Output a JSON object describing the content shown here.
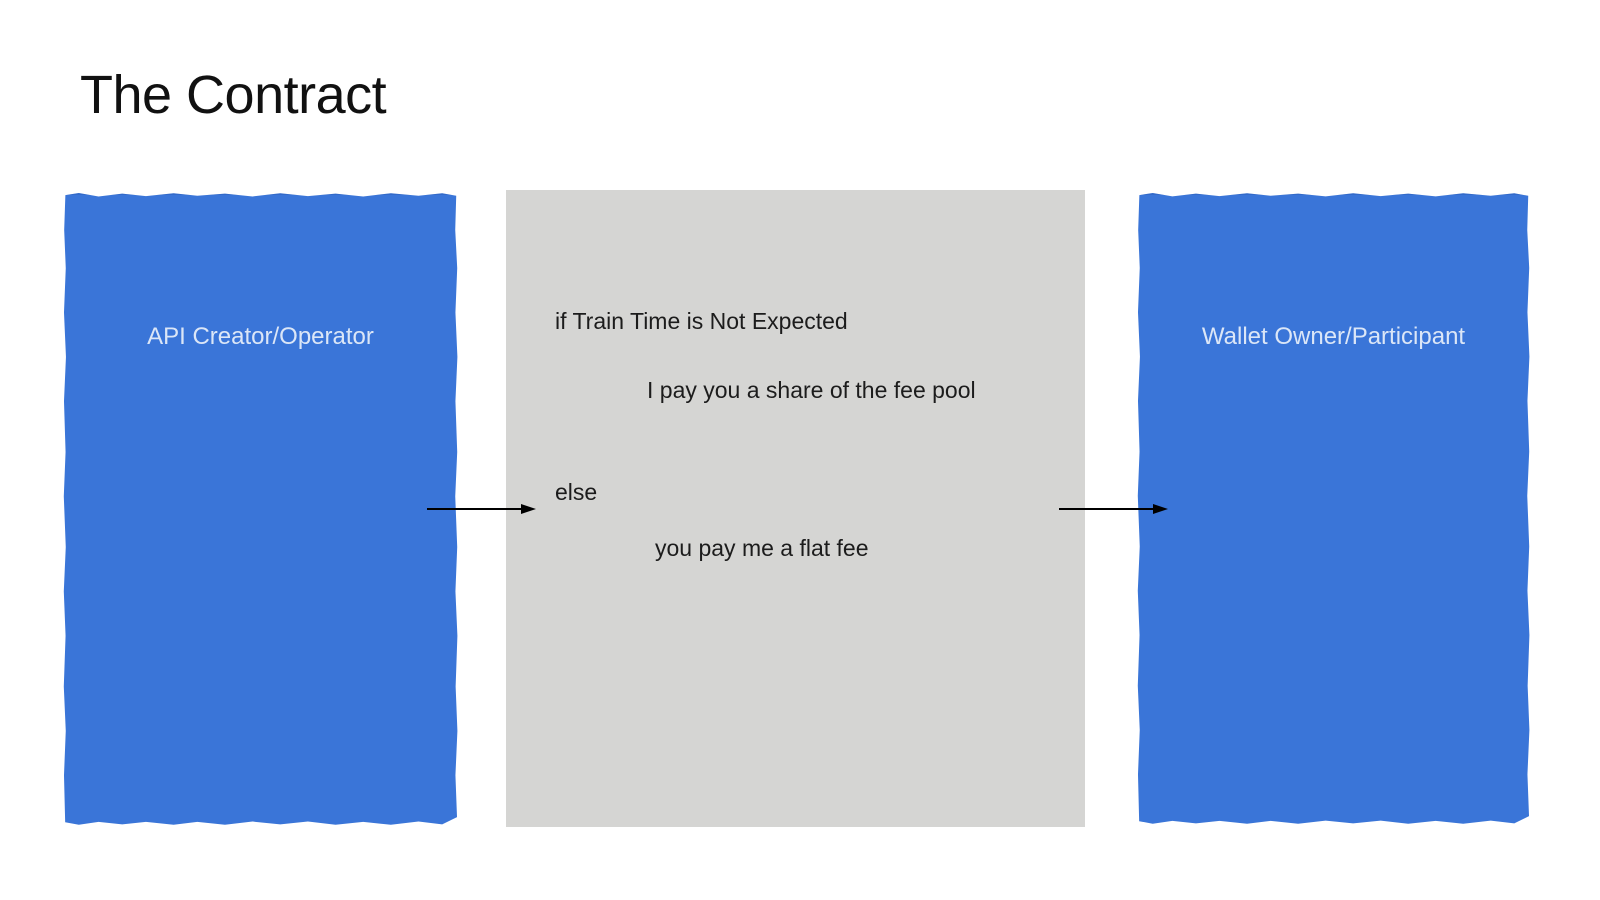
{
  "title": "The Contract",
  "boxes": {
    "left": {
      "label": "API Creator/Operator"
    },
    "right": {
      "label": "Wallet Owner/Participant"
    }
  },
  "contract": {
    "lines": [
      "if Train Time is Not Expected",
      "I pay you a share of the fee pool",
      "else",
      "you pay me a flat fee"
    ]
  },
  "colors": {
    "box_blue": "#3a75d8",
    "box_gray": "#d5d5d3",
    "box_label_text": "#dbe6f7",
    "body_text": "#1c1c1c",
    "title_text": "#111111",
    "arrow": "#000000",
    "background": "#ffffff"
  }
}
